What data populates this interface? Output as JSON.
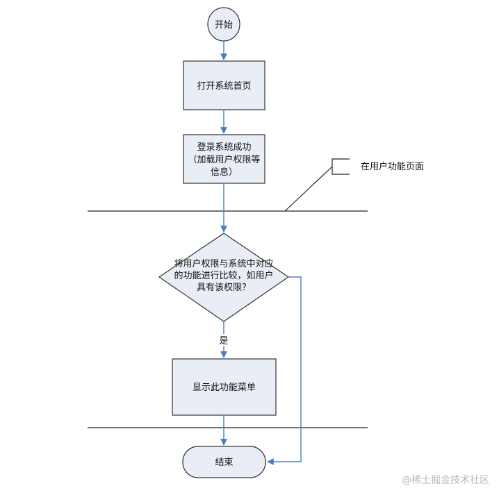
{
  "flowchart": {
    "start": "开始",
    "open_homepage": "打开系统首页",
    "login_lines": [
      "登录系统成功",
      "（加载用户权限等",
      "信息）"
    ],
    "page_annotation": "在用户功能页面",
    "decision_lines": [
      "将用户权限与系统中对应",
      "的功能进行比较，如用户",
      "具有该权限？"
    ],
    "yes_label": "是",
    "show_menu": "显示此功能菜单",
    "end": "结束"
  },
  "watermark": "@稀土掘金技术社区",
  "colors": {
    "node_fill": "#e9edf5",
    "arrow": "#4a7ebb",
    "rule": "#222222"
  }
}
